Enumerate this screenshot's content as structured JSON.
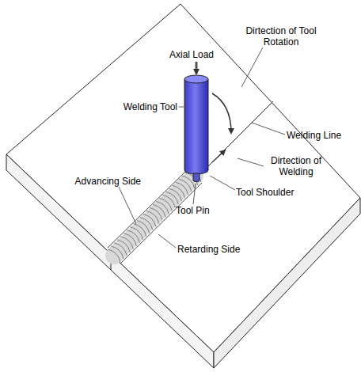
{
  "diagram": {
    "labels": [
      "Axial Load",
      "Dirtection of Tool Rotation",
      "Welding Tool",
      "Welding Line",
      "Dirtection of Welding",
      "Tool Shoulder",
      "Tool Pin",
      "Advancing Side",
      "Retarding Side"
    ]
  }
}
